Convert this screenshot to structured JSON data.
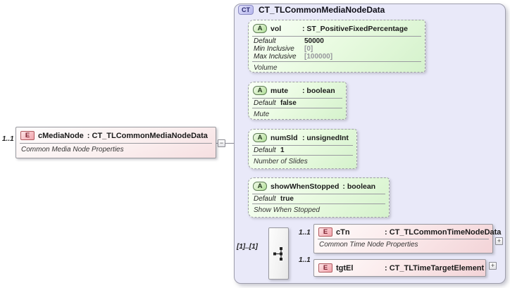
{
  "palette": {
    "container_fill": "#e9e9f9",
    "attribute_green": "#d5f2cc",
    "element_pink": "#f3d4d8",
    "connector_line": "#878792"
  },
  "root_element": {
    "cardinality": "1..1",
    "badge": "E",
    "name": "cMediaNode",
    "type_label": ": CT_TLCommonMediaNodeData",
    "annotation": "Common Media Node Properties",
    "collapse_glyph": "−"
  },
  "complex_type": {
    "badge": "CT",
    "title": "CT_TLCommonMediaNodeData",
    "attributes": [
      {
        "badge": "A",
        "name": "vol",
        "type_label": ": ST_PositiveFixedPercentage",
        "facets": [
          {
            "label": "Default",
            "value": "50000"
          },
          {
            "label": "Min Inclusive",
            "value": "[0]"
          },
          {
            "label": "Max Inclusive",
            "value": "[100000]"
          }
        ],
        "annotation": "Volume"
      },
      {
        "badge": "A",
        "name": "mute",
        "type_label": ": boolean",
        "facets": [
          {
            "label": "Default",
            "value": "false"
          }
        ],
        "annotation": "Mute"
      },
      {
        "badge": "A",
        "name": "numSld",
        "type_label": ": unsignedInt",
        "facets": [
          {
            "label": "Default",
            "value": "1"
          }
        ],
        "annotation": "Number of Slides"
      },
      {
        "badge": "A",
        "name": "showWhenStopped",
        "type_label": ": boolean",
        "facets": [
          {
            "label": "Default",
            "value": "true"
          }
        ],
        "annotation": "Show When Stopped"
      }
    ],
    "sequence": {
      "cardinality": "[1]..[1]",
      "children": [
        {
          "badge": "E",
          "cardinality": "1..1",
          "name": "cTn",
          "type_label": ": CT_TLCommonTimeNodeData",
          "annotation": "Common Time Node Properties",
          "expand_glyph": "+"
        },
        {
          "badge": "E",
          "cardinality": "1..1",
          "name": "tgtEl",
          "type_label": ": CT_TLTimeTargetElement",
          "expand_glyph": "+"
        }
      ]
    }
  }
}
